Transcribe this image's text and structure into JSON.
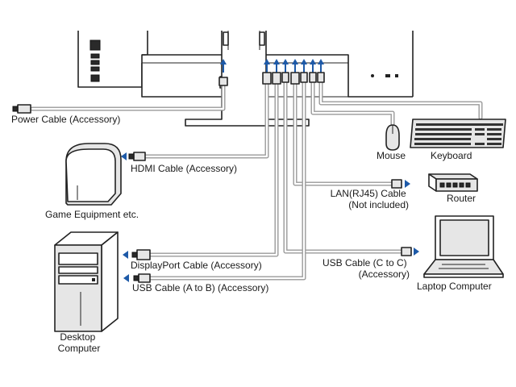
{
  "labels": {
    "power_cable": "Power Cable (Accessory)",
    "hdmi_cable": "HDMI Cable (Accessory)",
    "game_equipment": "Game Equipment etc.",
    "mouse": "Mouse",
    "keyboard": "Keyboard",
    "lan_cable_line1": "LAN(RJ45) Cable",
    "lan_cable_line2": "(Not included)",
    "router": "Router",
    "displayport_cable": "DisplayPort Cable (Accessory)",
    "usb_c_cable_line1": "USB Cable (C to C)",
    "usb_c_cable_line2": "(Accessory)",
    "usb_ab_cable": "USB Cable (A to B) (Accessory)",
    "laptop": "Laptop Computer",
    "desktop_line1": "Desktop",
    "desktop_line2": "Computer"
  },
  "colors": {
    "arrow": "#1e5aa8",
    "cable": "#9a9a9a",
    "outline": "#222222"
  }
}
